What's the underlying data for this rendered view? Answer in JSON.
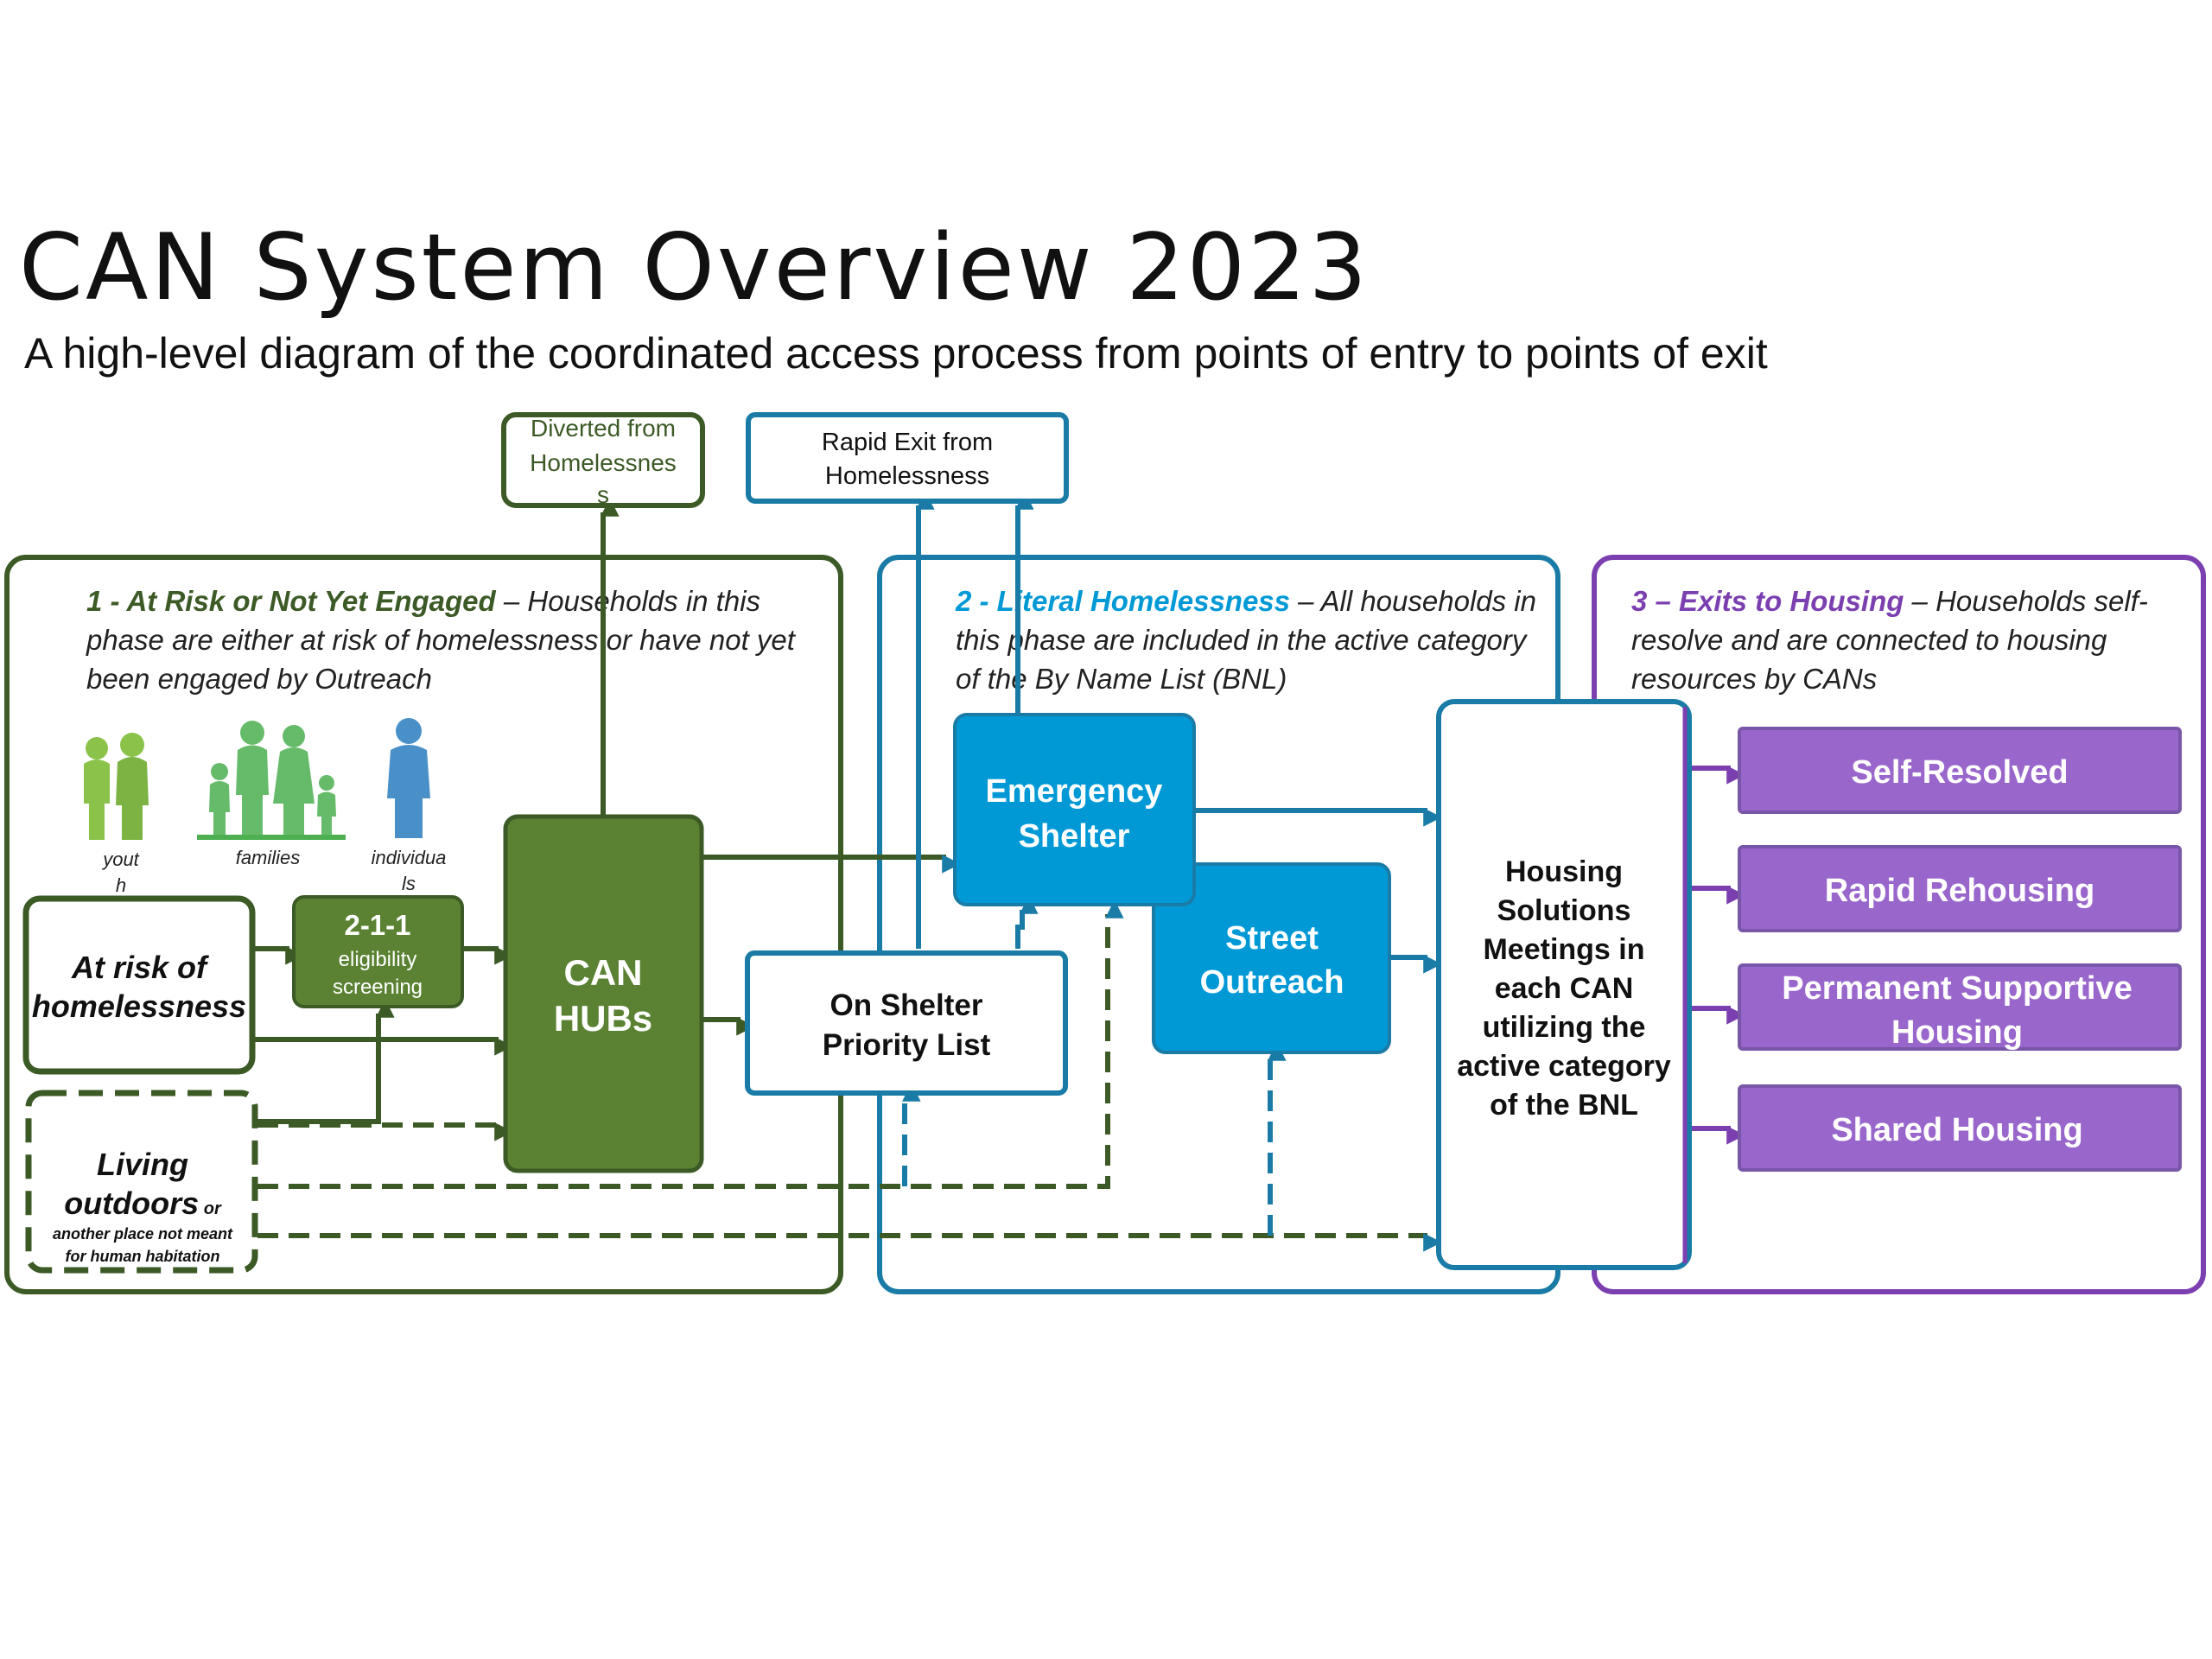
{
  "header": {
    "title": "CAN System Overview 2023",
    "subtitle": "A high-level diagram of the coordinated access process from points of entry to points of exit"
  },
  "colors": {
    "green_dark": "#3c5a26",
    "green_fill": "#5a8232",
    "green_light": "#8bc34a",
    "blue_outline": "#1a7ca6",
    "blue_fill": "#0099d6",
    "purple_outline": "#7b3fb0",
    "purple_fill": "#9966cc",
    "people_blue": "#4a90c8"
  },
  "phase1": {
    "heading": "1 - At Risk or Not Yet Engaged",
    "desc_line1": " – Households in this",
    "desc_line2": "phase are either at risk of homelessness or have not yet",
    "desc_line3": "been engaged by Outreach",
    "people": {
      "youth_line1": "yout",
      "youth_line2": "h",
      "families": "families",
      "individuals_line1": "individua",
      "individuals_line2": "ls"
    },
    "at_risk_line1": "At risk of",
    "at_risk_line2": "homelessness",
    "screening_line1": "2-1-1",
    "screening_line2": "eligibility",
    "screening_line3": "screening",
    "living_line1": "Living",
    "living_line2a": "outdoors",
    "living_line2b": " or",
    "living_line3": "another place not meant",
    "living_line4": "for human habitation",
    "hubs_line1": "CAN",
    "hubs_line2": "HUBs"
  },
  "top_exits": {
    "diverted_line1": "Diverted from",
    "diverted_line2": "Homelessnes",
    "diverted_line3": "s",
    "rapid_line1": "Rapid Exit from",
    "rapid_line2": "Homelessness"
  },
  "phase2": {
    "heading": "2 - Literal Homelessness",
    "desc_line1": " – All households in",
    "desc_line2": "this phase are included in the active category",
    "desc_line3": "of the By Name List (BNL)",
    "shelter_line1": "Emergency",
    "shelter_line2": "Shelter",
    "outreach_line1": "Street",
    "outreach_line2": "Outreach",
    "priority_line1": "On Shelter",
    "priority_line2": "Priority List",
    "meetings_lines": [
      "Housing",
      "Solutions",
      "Meetings in",
      "each CAN",
      "utilizing the",
      "active category",
      "of the BNL"
    ]
  },
  "phase3": {
    "heading": "3 – Exits to Housing",
    "desc_line1": " – Households self-",
    "desc_line2": "resolve and are connected to housing",
    "desc_line3": "resources by CANs",
    "self_resolved": "Self-Resolved",
    "rapid_rehousing": "Rapid Rehousing",
    "psh_line1": "Permanent Supportive",
    "psh_line2": "Housing",
    "shared_housing": "Shared Housing"
  }
}
